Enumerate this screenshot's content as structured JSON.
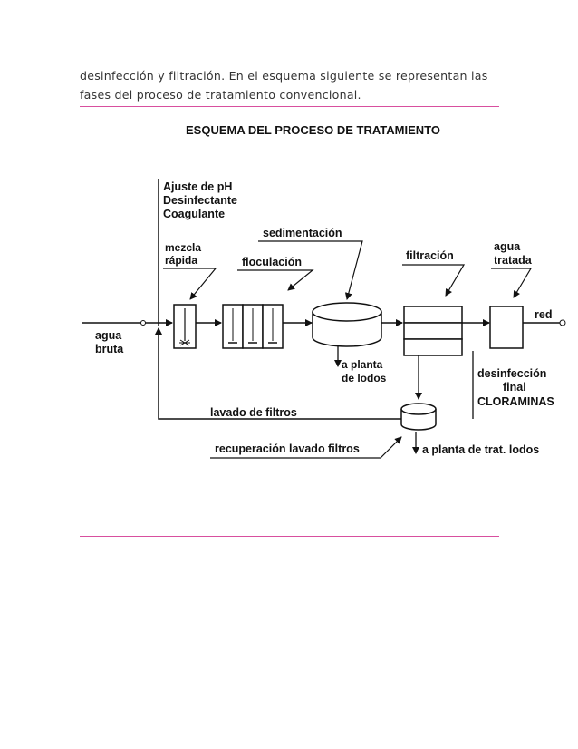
{
  "intro": {
    "line1": "desinfección y filtración. En el esquema siguiente se representan las",
    "line2": "fases del proceso de tratamiento convencional."
  },
  "diagram": {
    "title": "ESQUEMA DEL PROCESO DE TRATAMIENTO",
    "chemicals": [
      "Ajuste de pH",
      "Desinfectante",
      "Coagulante"
    ],
    "inlet": [
      "agua",
      "bruta"
    ],
    "rapid_mix": [
      "mezcla",
      "rápida"
    ],
    "flocculation": "floculación",
    "sedimentation": "sedimentación",
    "sludge_plant": [
      "a planta",
      "de lodos"
    ],
    "filtration": "filtración",
    "treated_water": [
      "agua",
      "tratada"
    ],
    "network": "red",
    "final_disinfection": [
      "desinfección",
      "final",
      "CLORAMINAS"
    ],
    "filter_wash": "lavado de filtros",
    "wash_recovery": "recuperación lavado filtros",
    "sludge_treatment": "a planta de trat. lodos"
  }
}
